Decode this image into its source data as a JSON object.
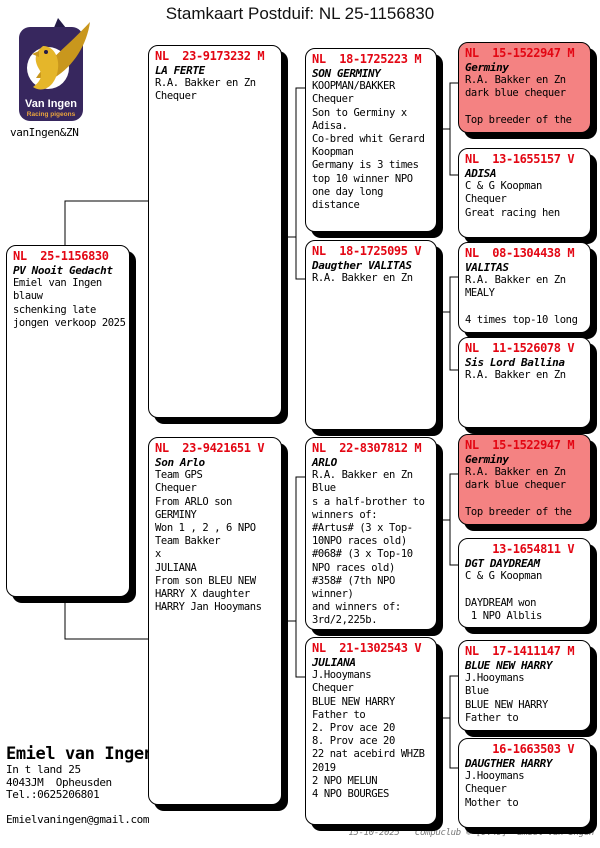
{
  "title": "Stamkaart Postduif: NL  25-1156830",
  "logo": {
    "brand": "Van Ingen",
    "tagline": "Racing pigeons",
    "caption": "vanIngen&ZN"
  },
  "colors": {
    "ring_red": "#e30613",
    "pink_fill": "#f48282",
    "logo_purple": "#37275e",
    "logo_gold": "#e5b62a"
  },
  "boxes": {
    "subject": {
      "ring": "NL  25-1156830",
      "name": "PV Nooit Gedacht",
      "lines": [
        "Emiel van Ingen",
        "blauw",
        "schenking late",
        "jongen verkoop 2025"
      ]
    },
    "sire": {
      "ring": "NL  23-9173232 M",
      "name": "LA FERTE",
      "lines": [
        "R.A. Bakker en Zn",
        "Chequer"
      ]
    },
    "dam": {
      "ring": "NL  23-9421651 V",
      "name": "Son Arlo",
      "lines": [
        "Team GPS",
        "Chequer",
        "From ARLO son",
        "GERMINY",
        "Won 1 , 2 , 6 NPO",
        "Team Bakker",
        "x",
        "JULIANA",
        "From son BLEU NEW",
        "HARRY X daughter",
        "HARRY Jan Hooymans"
      ]
    },
    "sire_sire": {
      "ring": "NL  18-1725223 M",
      "name": "SON GERMINY",
      "lines": [
        "KOOPMAN/BAKKER",
        "Chequer",
        "Son to Germiny x",
        "Adisa.",
        "Co-bred whit Gerard",
        "Koopman",
        "Germany is 3 times",
        "top 10 winner NPO",
        "one day long",
        "distance"
      ]
    },
    "sire_dam": {
      "ring": "NL  18-1725095 V",
      "name": "Daugther VALITAS",
      "lines": [
        "R.A. Bakker en Zn"
      ]
    },
    "dam_sire": {
      "ring": "NL  22-8307812 M",
      "name": "ARLO",
      "lines": [
        "R.A. Bakker en Zn",
        "Blue",
        "s a half-brother to",
        "winners of:",
        "#Artus# (3 x Top-",
        "10NPO races old)",
        "#068# (3 x Top-10",
        "NPO races old)",
        "#358# (7th NPO",
        "winner)",
        "and winners of:",
        "3rd/2,225b."
      ]
    },
    "dam_dam": {
      "ring": "NL  21-1302543 V",
      "name": "JULIANA",
      "lines": [
        "J.Hooymans",
        "Chequer",
        "BLUE NEW HARRY",
        "Father to",
        "2. Prov ace 20",
        "8. Prov ace 20",
        "22 nat acebird WHZB",
        "2019",
        "2 NPO MELUN",
        "4 NPO BOURGES"
      ]
    },
    "ss_sire": {
      "ring": "NL  15-1522947 M",
      "name": "Germiny",
      "lines": [
        "R.A. Bakker en Zn",
        "dark blue chequer",
        "",
        "Top breeder of the"
      ]
    },
    "ss_dam": {
      "ring": "NL  13-1655157 V",
      "name": "ADISA",
      "lines": [
        "C & G Koopman",
        "Chequer",
        "Great racing hen"
      ]
    },
    "sd_sire": {
      "ring": "NL  08-1304438 M",
      "name": "VALITAS",
      "lines": [
        "R.A. Bakker en Zn",
        "MEALY",
        "",
        "4 times top-10 long"
      ]
    },
    "sd_dam": {
      "ring": "NL  11-1526078 V",
      "name": "Sis Lord Ballina",
      "lines": [
        "R.A. Bakker en Zn"
      ]
    },
    "ds_sire": {
      "ring": "NL  15-1522947 M",
      "name": "Germiny",
      "lines": [
        "R.A. Bakker en Zn",
        "dark blue chequer",
        "",
        "Top breeder of the"
      ]
    },
    "ds_dam": {
      "ring": "    13-1654811 V",
      "name": "DGT DAYDREAM",
      "lines": [
        "C & G Koopman",
        "",
        "DAYDREAM won",
        " 1 NPO Alblis"
      ]
    },
    "dd_sire": {
      "ring": "NL  17-1411147 M",
      "name": "BLUE NEW HARRY",
      "lines": [
        "J.Hooymans",
        "Blue",
        "BLUE NEW HARRY",
        "Father to"
      ]
    },
    "dd_dam": {
      "ring": "    16-1663503 V",
      "name": "DAUGTHER HARRY",
      "lines": [
        "J.Hooymans",
        "Chequer",
        "Mother to"
      ]
    }
  },
  "owner": {
    "name": "Emiel van Ingen",
    "lines": [
      "In t land 25",
      "4043JM  Opheusden",
      "Tel.:0625206801"
    ],
    "email": "Emielvaningen@gmail.com"
  },
  "footer": {
    "text": "15-10-2025   Compuclub © [9.49]  Emiel van Ingen"
  }
}
